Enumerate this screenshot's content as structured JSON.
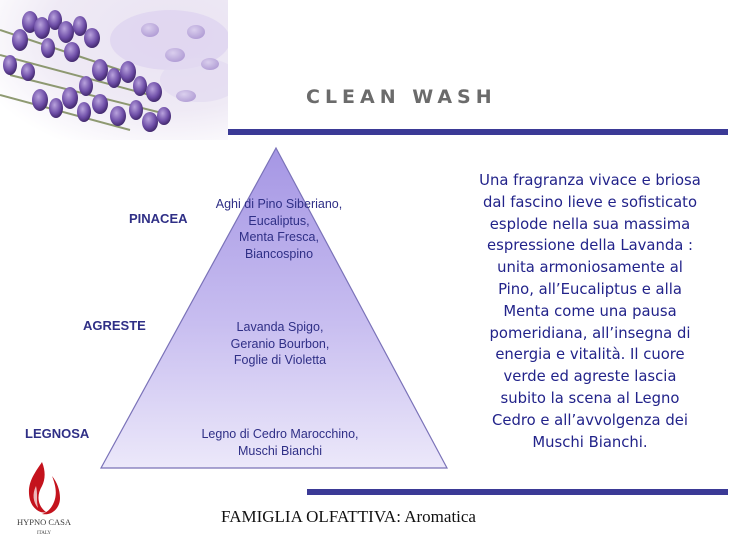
{
  "slide": {
    "title": "CLEAN WASH",
    "accent_color": "#3b3a96",
    "text_color": "#22238a"
  },
  "pyramid": {
    "levels": [
      {
        "label": "PINACEA",
        "notes": [
          "Aghi di Pino Siberiano,",
          "Eucaliptus,",
          "Menta Fresca,",
          "Biancospino"
        ]
      },
      {
        "label": "AGRESTE",
        "notes": [
          "Lavanda Spigo,",
          "Geranio Bourbon,",
          "Foglie di Violetta"
        ]
      },
      {
        "label": "LEGNOSA",
        "notes": [
          "Legno di Cedro Marocchino,",
          "Muschi Bianchi"
        ]
      }
    ],
    "gradient_top": "#a596e4",
    "gradient_bottom": "#e7e2f8"
  },
  "description": {
    "lines": [
      "Una fragranza vivace e briosa",
      "dal fascino lieve e sofisticato",
      "esplode nella sua massima",
      "espressione della Lavanda :",
      "unita armoniosamente al",
      "Pino, all’Eucaliptus e alla",
      "Menta come una pausa",
      "pomeridiana, all’insegna di",
      "energia e vitalità. Il cuore",
      "verde ed agreste lascia",
      "subito la scena al Legno",
      "Cedro e all’avvolgenza dei",
      "Muschi Bianchi."
    ]
  },
  "footer": {
    "family_label": "FAMIGLIA OLFATTIVA:",
    "family_value": "Aromatica"
  },
  "logo": {
    "brand": "HYPNO CASA",
    "sub": "ITALY",
    "icon": "flame-icon",
    "icon_color": "#c4131d"
  },
  "photo": {
    "subject": "lavender flowers"
  }
}
